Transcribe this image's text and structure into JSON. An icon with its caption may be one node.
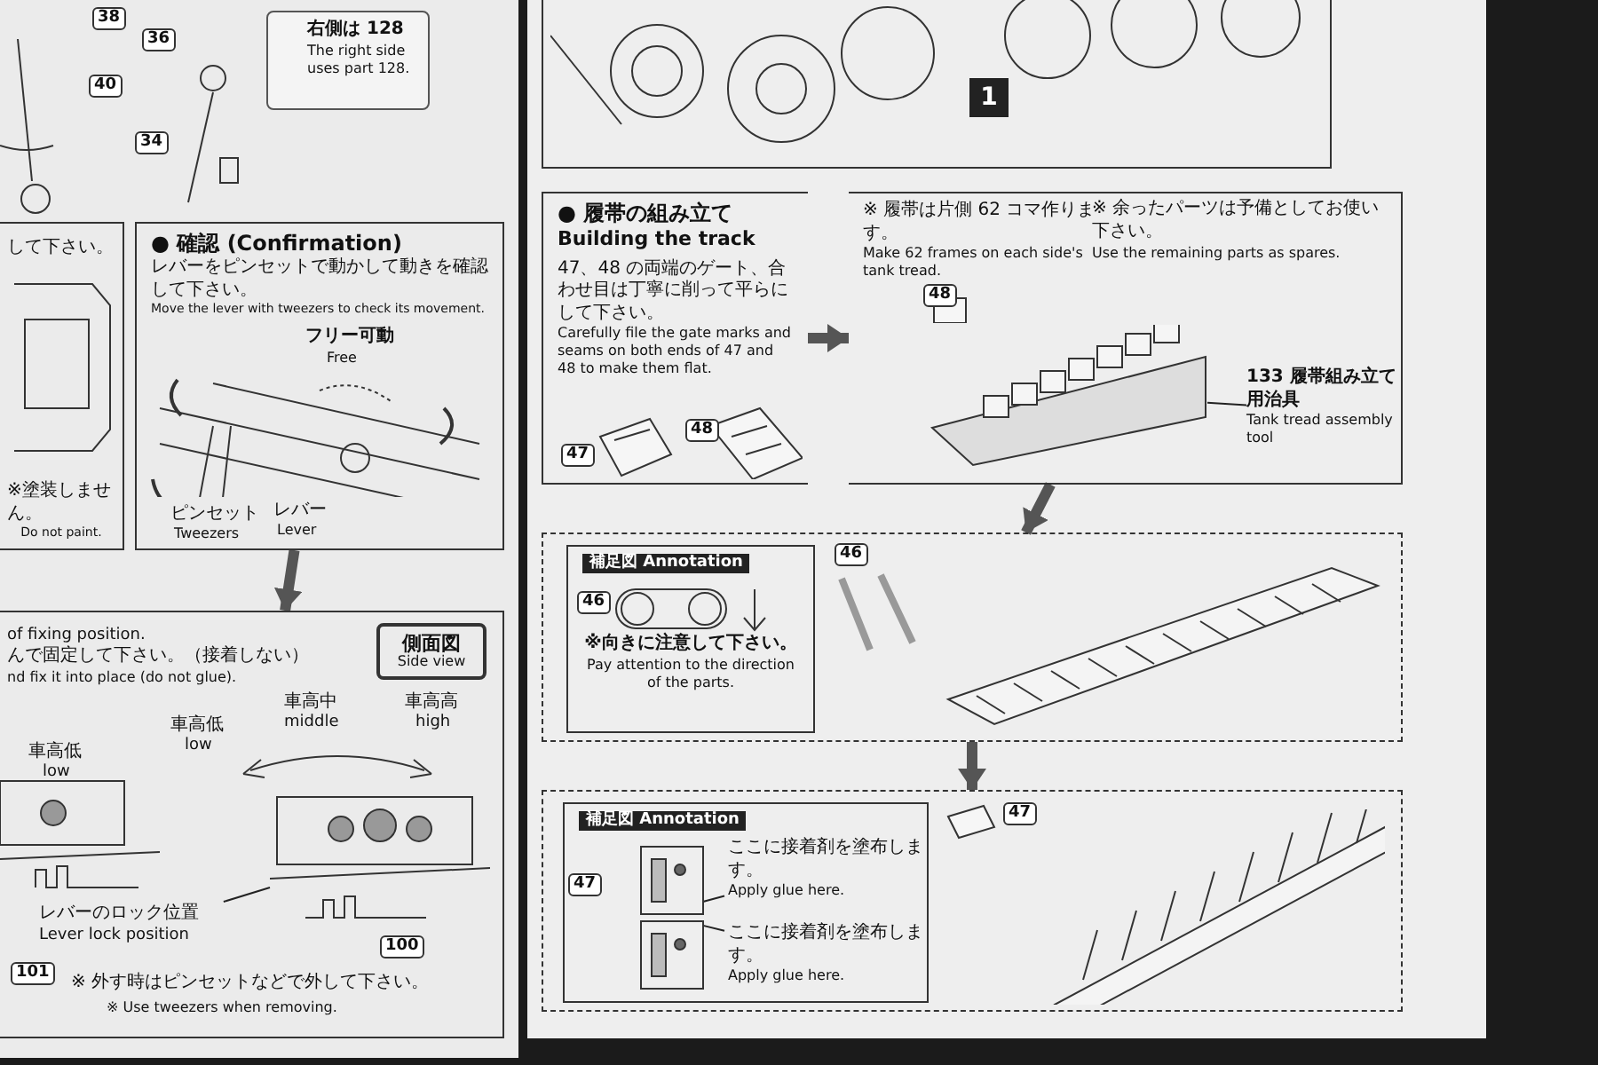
{
  "diagram": {
    "nodes": [
      {
        "text": [
          "右側は 128",
          "The right side uses part 128."
        ]
      },
      {
        "text": [
          "※塗装しません。",
          "Do not paint."
        ]
      },
      {
        "text": [
          "● 確認 (Confirmation)",
          "レバーをピンセットで動かして動きを確認して下さい。",
          "Move the lever with tweezers to check its movement."
        ]
      },
      {
        "text": [
          "of fixing position.",
          "んで固定して下さい。（接着しない）",
          "nd fix it into place (do not glue)."
        ]
      },
      {
        "text": [
          "側面図",
          "Side view"
        ],
        "in": 3
      },
      {
        "text": [
          "レバーのロック位置",
          "Lever lock position"
        ],
        "in": 3
      },
      {
        "text": [],
        "shape": "picture",
        "in": 3
      },
      {
        "text": [
          "1"
        ]
      },
      {
        "text": [
          "● 履帯の組み立て",
          "Building the track",
          "47、48 の両端のゲート、合わせ目は丁寧に削って平らにして下さい。",
          "Carefully file the gate marks and seams on both ends of 47 and 48 to make them flat."
        ]
      },
      {
        "text": [
          "※ 履帯は片側 62 コマ作ります。",
          "Make 62 frames on each side's tank tread."
        ]
      },
      {
        "text": [
          "133 履帯組み立て用治具",
          "Tank tread assembly tool"
        ],
        "in": 9
      },
      {
        "text": [],
        "shape": "picture",
        "in": 9
      },
      {
        "text": [],
        "shape": "box"
      },
      {
        "text": [
          "補足図 Annotation",
          "※向きに注意して下さい。",
          "Pay attention to the direction of the parts."
        ],
        "in": 12
      },
      {
        "text": [],
        "shape": "box"
      },
      {
        "text": [
          "補足図 Annotation"
        ],
        "in": 14
      },
      {
        "text": [
          "ここに接着剤を塗布します。",
          "Apply glue here."
        ],
        "in": 15
      },
      {
        "text": [
          "ここに接着剤を塗布します。",
          "Apply glue here."
        ],
        "in": 15
      },
      {
        "text": [],
        "shape": "picture",
        "in": 15
      }
    ],
    "edges": [
      {
        "from": 2,
        "to": 3,
        "arrow": "to",
        "style": "thick",
        "color": "#555555"
      },
      {
        "from": 8,
        "to": 9,
        "arrow": "to",
        "style": "thick",
        "color": "#555555"
      },
      {
        "from": 9,
        "to": 12,
        "arrow": "to",
        "style": "thick",
        "color": "#555555"
      },
      {
        "from": 12,
        "to": 14,
        "arrow": "to",
        "style": "thick",
        "color": "#555555"
      },
      {
        "from": 10,
        "to": 11,
        "arrow": "none"
      },
      {
        "from": 5,
        "to": 6,
        "arrow": "none"
      },
      {
        "from": 16,
        "to": 18,
        "arrow": "none"
      },
      {
        "from": 17,
        "to": 18,
        "arrow": "none"
      }
    ],
    "labels": [
      "して下さい。",
      "38",
      "36",
      "40",
      "34",
      "フリー可動",
      "Free",
      "ピンセット",
      "Tweezers",
      "レバー",
      "Lever",
      "車高低",
      "low",
      "車高低",
      "low",
      "車高中",
      "middle",
      "車高高",
      "high",
      "101",
      "100",
      "※ 外す時はピンセットなどで外して下さい。",
      "※ Use tweezers when removing.",
      "※ 余ったパーツは予備としてお使い下さい。",
      "Use the remaining parts as spares.",
      "48",
      "47",
      "48",
      "46",
      "46",
      "47",
      "47"
    ]
  }
}
